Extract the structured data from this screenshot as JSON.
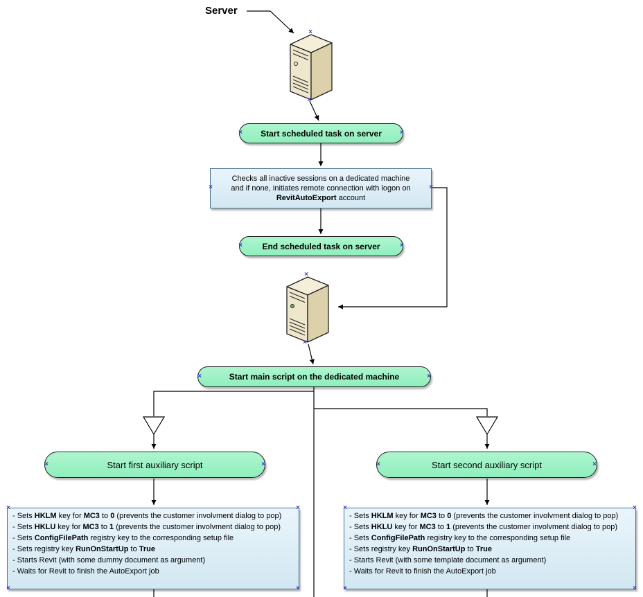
{
  "labels": {
    "server": "Server"
  },
  "icons": {
    "connection_point": "×"
  },
  "pills": {
    "start_scheduled": "Start scheduled task on server",
    "end_scheduled": "End scheduled task on server",
    "start_main": "Start main script on the dedicated machine",
    "start_first_aux": "Start first auxiliary script",
    "start_second_aux": "Start second auxiliary script"
  },
  "check_box": {
    "line1": "Checks all inactive sessions on a dedicated machine",
    "line2": "and if none, initiates remote connection with logon on",
    "line3": [
      {
        "t": "RevitAutoExport",
        "b": true
      },
      {
        "t": " account"
      }
    ]
  },
  "left_box": {
    "lines": [
      [
        {
          "t": "- Sets "
        },
        {
          "t": "HKLM",
          "b": true
        },
        {
          "t": " key for "
        },
        {
          "t": "MC3",
          "b": true
        },
        {
          "t": " to "
        },
        {
          "t": "0",
          "b": true
        },
        {
          "t": " (prevents the customer involvment dialog to pop)"
        }
      ],
      [
        {
          "t": "- Sets "
        },
        {
          "t": "HKLU",
          "b": true
        },
        {
          "t": " key for "
        },
        {
          "t": "MC3",
          "b": true
        },
        {
          "t": " to "
        },
        {
          "t": "1",
          "b": true
        },
        {
          "t": " (prevents the customer involvment dialog to pop)"
        }
      ],
      [
        {
          "t": "- Sets "
        },
        {
          "t": "ConfigFilePath",
          "b": true
        },
        {
          "t": " registry key to the corresponding setup file"
        }
      ],
      [
        {
          "t": "- Sets registry key "
        },
        {
          "t": "RunOnStartUp",
          "b": true
        },
        {
          "t": " to "
        },
        {
          "t": "True",
          "b": true
        }
      ],
      [
        {
          "t": "- Starts Revit (with some dummy document as argument)"
        }
      ],
      [
        {
          "t": "- Waits for Revit to finish the AutoExport job"
        }
      ]
    ]
  },
  "right_box": {
    "lines": [
      [
        {
          "t": "- Sets "
        },
        {
          "t": "HKLM",
          "b": true
        },
        {
          "t": " key for "
        },
        {
          "t": "MC3",
          "b": true
        },
        {
          "t": " to "
        },
        {
          "t": "0",
          "b": true
        },
        {
          "t": " (prevents the customer involvment dialog to pop)"
        }
      ],
      [
        {
          "t": "- Sets "
        },
        {
          "t": "HKLU",
          "b": true
        },
        {
          "t": " key for "
        },
        {
          "t": "MC3",
          "b": true
        },
        {
          "t": " to "
        },
        {
          "t": "1",
          "b": true
        },
        {
          "t": " (prevents the customer involvment dialog to pop)"
        }
      ],
      [
        {
          "t": "- Sets "
        },
        {
          "t": "ConfigFilePath",
          "b": true
        },
        {
          "t": " registry key to the corresponding setup file"
        }
      ],
      [
        {
          "t": "- Sets registry key "
        },
        {
          "t": "RunOnStartUp",
          "b": true
        },
        {
          "t": " to "
        },
        {
          "t": "True",
          "b": true
        }
      ],
      [
        {
          "t": "- Starts Revit (with some template document as argument)"
        }
      ],
      [
        {
          "t": "- Waits for Revit to finish the AutoExport job"
        }
      ]
    ]
  },
  "colors": {
    "pill_fill_top": "#aef5cf",
    "pill_fill_bottom": "#8fefbc",
    "pill_border": "#1f1f1f",
    "box_fill_top": "#eaf5fb",
    "box_fill_bottom": "#d2e7f2",
    "box_border": "#41718e",
    "connector": "#000000",
    "connection_point": "#3c3ccc",
    "server_top": "#f5eed9",
    "server_front": "#efe7cb",
    "server_side": "#ddd1ab"
  }
}
